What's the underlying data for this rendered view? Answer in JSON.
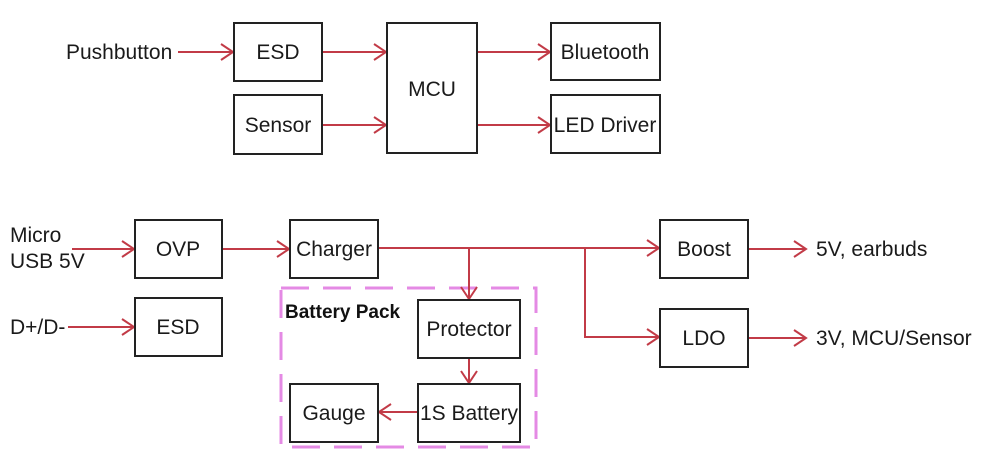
{
  "title": "Wireless earbud charging case block diagram",
  "colors": {
    "wire": "#c23b47",
    "group_border": "#e48ae4",
    "box_border": "#222222",
    "text": "#1a1a1a"
  },
  "signal_section": {
    "inputs": {
      "pushbutton": "Pushbutton"
    },
    "blocks": {
      "esd": "ESD",
      "sensor": "Sensor",
      "mcu": "MCU",
      "bluetooth": "Bluetooth",
      "led_driver": "LED Driver"
    }
  },
  "power_section": {
    "inputs": {
      "micro_usb_line1": "Micro",
      "micro_usb_line2": "USB 5V",
      "data_lines": "D+/D-"
    },
    "blocks": {
      "ovp": "OVP",
      "esd": "ESD",
      "charger": "Charger",
      "boost": "Boost",
      "ldo": "LDO"
    },
    "battery_pack": {
      "title": "Battery Pack",
      "protector": "Protector",
      "battery": "1S Battery",
      "gauge": "Gauge"
    },
    "outputs": {
      "boost_out": "5V, earbuds",
      "ldo_out": "3V, MCU/Sensor"
    }
  },
  "connections": [
    [
      "Pushbutton",
      "ESD"
    ],
    [
      "ESD",
      "MCU"
    ],
    [
      "Sensor",
      "MCU"
    ],
    [
      "MCU",
      "Bluetooth"
    ],
    [
      "MCU",
      "LED Driver"
    ],
    [
      "Micro USB 5V",
      "OVP"
    ],
    [
      "OVP",
      "Charger"
    ],
    [
      "D+/D-",
      "ESD"
    ],
    [
      "Charger",
      "Protector"
    ],
    [
      "Charger",
      "Boost"
    ],
    [
      "Charger",
      "LDO"
    ],
    [
      "Protector",
      "1S Battery"
    ],
    [
      "1S Battery",
      "Gauge"
    ],
    [
      "Boost",
      "5V, earbuds"
    ],
    [
      "LDO",
      "3V, MCU/Sensor"
    ]
  ]
}
